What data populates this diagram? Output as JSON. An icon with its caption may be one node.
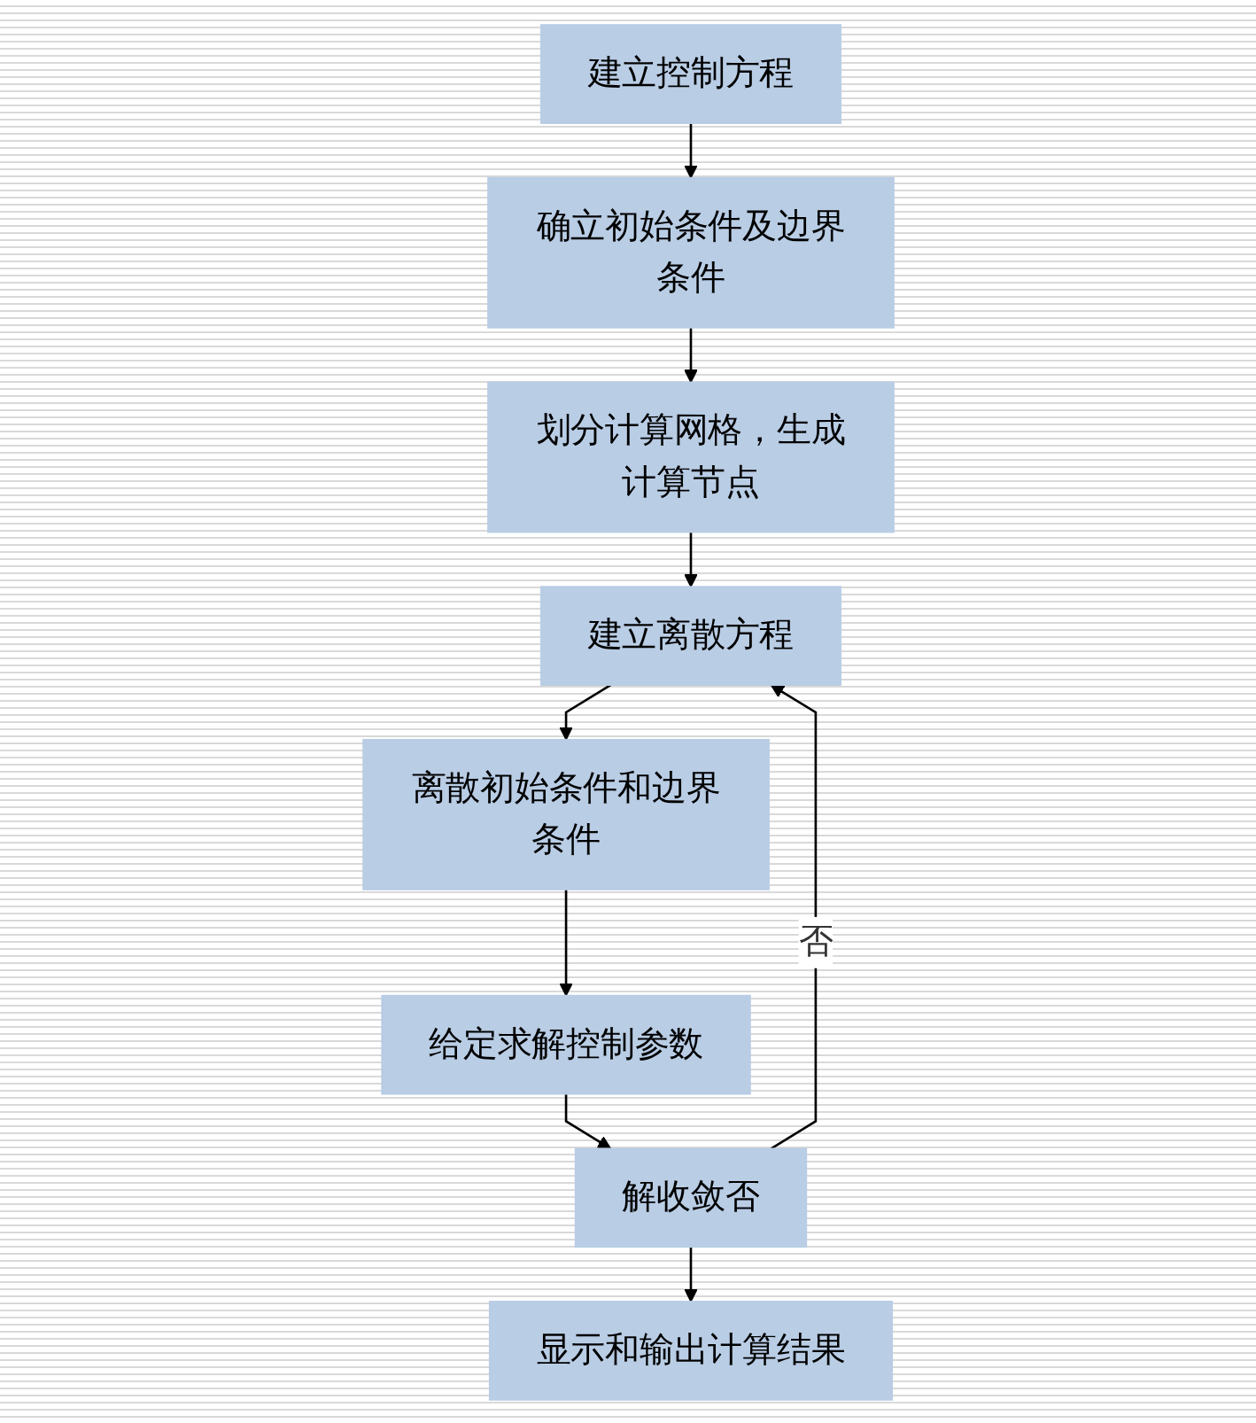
{
  "diagram": {
    "nodes": [
      {
        "text": [
          "建立控制方程"
        ]
      },
      {
        "text": [
          "确立初始条件及边界条件"
        ]
      },
      {
        "text": [
          "划分计算网格，生成计算节点"
        ]
      },
      {
        "text": [
          "建立离散方程"
        ]
      },
      {
        "text": [
          "离散初始条件和边界条件"
        ]
      },
      {
        "text": [
          "给定求解控制参数"
        ]
      },
      {
        "text": [
          "解收敛否"
        ]
      },
      {
        "text": [
          "显示和输出计算结果"
        ]
      }
    ],
    "edges": [
      {
        "from": 0,
        "to": 1,
        "arrow": "to"
      },
      {
        "from": 1,
        "to": 2,
        "arrow": "to"
      },
      {
        "from": 2,
        "to": 3,
        "arrow": "to"
      },
      {
        "from": 3,
        "to": 4,
        "arrow": "to"
      },
      {
        "from": 4,
        "to": 5,
        "arrow": "to"
      },
      {
        "from": 5,
        "to": 6,
        "arrow": "to"
      },
      {
        "from": 6,
        "to": 7,
        "arrow": "to"
      },
      {
        "from": 6,
        "to": 3,
        "arrow": "to",
        "label": "否"
      }
    ]
  }
}
